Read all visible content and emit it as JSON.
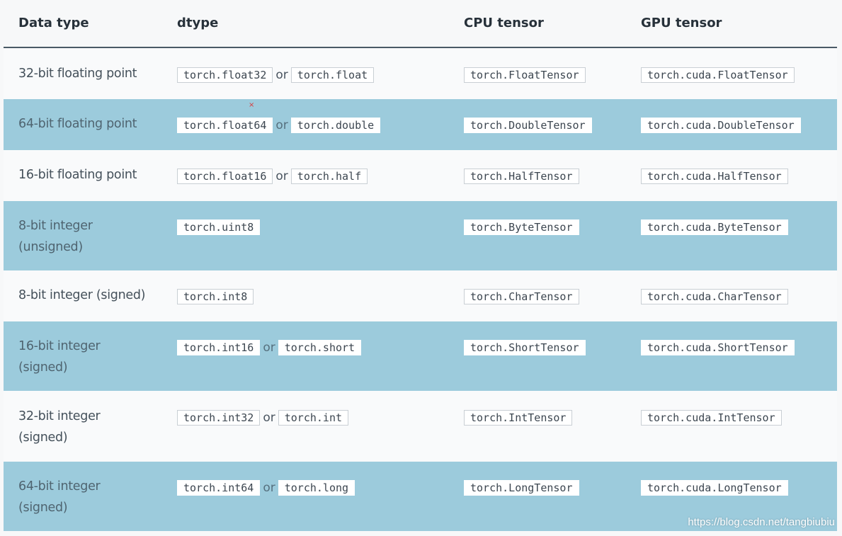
{
  "headers": {
    "data_type": "Data type",
    "dtype": "dtype",
    "cpu": "CPU tensor",
    "gpu": "GPU tensor"
  },
  "or_word": "or",
  "rows": [
    {
      "data_type": "32-bit floating point",
      "dtype1": "torch.float32",
      "dtype2": "torch.float",
      "cpu": "torch.FloatTensor",
      "gpu": "torch.cuda.FloatTensor"
    },
    {
      "data_type": "64-bit floating point",
      "dtype1": "torch.float64",
      "dtype2": "torch.double",
      "cpu": "torch.DoubleTensor",
      "gpu": "torch.cuda.DoubleTensor"
    },
    {
      "data_type": "16-bit floating point",
      "dtype1": "torch.float16",
      "dtype2": "torch.half",
      "cpu": "torch.HalfTensor",
      "gpu": "torch.cuda.HalfTensor"
    },
    {
      "data_type_line1": "8-bit integer",
      "data_type_line2": "(unsigned)",
      "dtype1": "torch.uint8",
      "cpu": "torch.ByteTensor",
      "gpu": "torch.cuda.ByteTensor"
    },
    {
      "data_type": "8-bit integer (signed)",
      "dtype1": "torch.int8",
      "cpu": "torch.CharTensor",
      "gpu": "torch.cuda.CharTensor"
    },
    {
      "data_type_line1": "16-bit integer",
      "data_type_line2": "(signed)",
      "dtype1": "torch.int16",
      "dtype2": "torch.short",
      "cpu": "torch.ShortTensor",
      "gpu": "torch.cuda.ShortTensor"
    },
    {
      "data_type_line1": "32-bit integer",
      "data_type_line2": "(signed)",
      "dtype1": "torch.int32",
      "dtype2": "torch.int",
      "cpu": "torch.IntTensor",
      "gpu": "torch.cuda.IntTensor"
    },
    {
      "data_type_line1": "64-bit integer",
      "data_type_line2": "(signed)",
      "dtype1": "torch.int64",
      "dtype2": "torch.long",
      "cpu": "torch.LongTensor",
      "gpu": "torch.cuda.LongTensor"
    }
  ],
  "marker": "×",
  "watermark": "https://blog.csdn.net/tangbiubiu",
  "colors": {
    "band_blue": "#9ccbdc",
    "band_white": "#f9fafb",
    "header_rule": "#4a5a66"
  }
}
